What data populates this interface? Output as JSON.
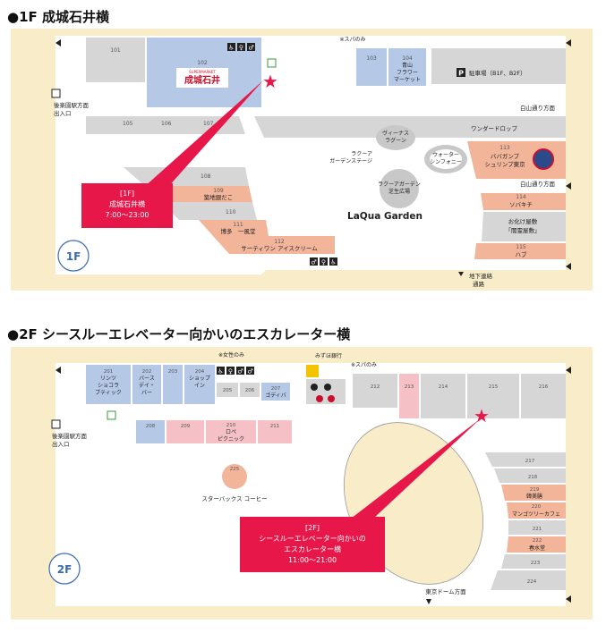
{
  "floor1": {
    "title": "●1F  成城石井横",
    "floor_badge": "1F",
    "callout": {
      "line1": "[1F]",
      "line2": "成城石井横",
      "line3": "7:00～23:00"
    },
    "store_logo": "成城石井",
    "store_logo_small": "SUPERMARKET",
    "garden_name": "LaQua Garden",
    "labels": {
      "spa_only": "※スパのみ",
      "korakuen_exit": [
        "後楽園駅方面",
        "出入口"
      ],
      "parking": "駐車場（B1F、B2F）",
      "hakusan_1": "白山通り方面",
      "hakusan_2": "白山通り方面",
      "wonder_drop": "ワンダードロップ",
      "venus": [
        "ヴィーナス",
        "ラグーン"
      ],
      "stage": [
        "ラクーア",
        "ガーデンステージ"
      ],
      "water": [
        "ウォーター",
        "シンフォニー"
      ],
      "lawn": [
        "ラクーアガーデン",
        "芝生広場"
      ],
      "haunted": [
        "お化け屋敷",
        "「闇霊屋敷」"
      ],
      "underground": [
        "地下連絡",
        "通路"
      ]
    },
    "shops": [
      {
        "no": "101",
        "name": ""
      },
      {
        "no": "102",
        "name": ""
      },
      {
        "no": "103",
        "name": ""
      },
      {
        "no": "104",
        "name": "青山\nフラワー\nマーケット"
      },
      {
        "no": "105",
        "name": ""
      },
      {
        "no": "106",
        "name": ""
      },
      {
        "no": "107",
        "name": ""
      },
      {
        "no": "108",
        "name": ""
      },
      {
        "no": "109",
        "name": "築地銀だこ"
      },
      {
        "no": "110",
        "name": ""
      },
      {
        "no": "111",
        "name": "博多　一風堂"
      },
      {
        "no": "112",
        "name": "サーティワン アイスクリーム"
      },
      {
        "no": "113",
        "name": "ババガンプ\nシュリンプ東京"
      },
      {
        "no": "114",
        "name": "ソバキチ"
      },
      {
        "no": "115",
        "name": "ハブ"
      }
    ]
  },
  "floor2": {
    "title": "●2F  シースルーエレベーター向かいのエスカレーター横",
    "floor_badge": "2F",
    "callout": {
      "line1": "[2F]",
      "line2": "シースルーエレベーター向かいの",
      "line3": "エスカレーター横",
      "line4": "11:00～21:00"
    },
    "labels": {
      "women_only": "※女性のみ",
      "mizuho": "みずほ銀行",
      "spa_only": "※スパのみ",
      "korakuen_exit": [
        "後楽園駅方面",
        "出入口"
      ],
      "tokyo_dome": "東京ドーム方面",
      "starbucks": "スターバックス コーヒー"
    },
    "shops": [
      {
        "no": "201",
        "name": "リンツ\nショコラ\nブティック"
      },
      {
        "no": "202",
        "name": "バース\nデイ・\nバー"
      },
      {
        "no": "203",
        "name": ""
      },
      {
        "no": "204",
        "name": "ショップ\nイン"
      },
      {
        "no": "205",
        "name": ""
      },
      {
        "no": "206",
        "name": ""
      },
      {
        "no": "207",
        "name": "ゴディバ"
      },
      {
        "no": "208",
        "name": ""
      },
      {
        "no": "209",
        "name": ""
      },
      {
        "no": "210",
        "name": "ロペ\nピクニック"
      },
      {
        "no": "211",
        "name": ""
      },
      {
        "no": "212",
        "name": ""
      },
      {
        "no": "213",
        "name": ""
      },
      {
        "no": "214",
        "name": ""
      },
      {
        "no": "215",
        "name": ""
      },
      {
        "no": "216",
        "name": ""
      },
      {
        "no": "217",
        "name": ""
      },
      {
        "no": "218",
        "name": ""
      },
      {
        "no": "219",
        "name": "韓美膳"
      },
      {
        "no": "220",
        "name": "マンゴツリーカフェ"
      },
      {
        "no": "221",
        "name": ""
      },
      {
        "no": "222",
        "name": "春水堂"
      },
      {
        "no": "223",
        "name": ""
      },
      {
        "no": "224",
        "name": ""
      },
      {
        "no": "225",
        "name": ""
      }
    ]
  },
  "colors": {
    "panel_bg": "#f8ecc9",
    "corridor": "#ffffff",
    "shop_gray": "#d6d6d6",
    "shop_blue": "#b5c8e6",
    "shop_salmon": "#f2b59a",
    "shop_pink": "#f5c1c6",
    "accent_red": "#e8174a",
    "plaza_gray": "#c8c8c8",
    "text_dark": "#222222"
  }
}
